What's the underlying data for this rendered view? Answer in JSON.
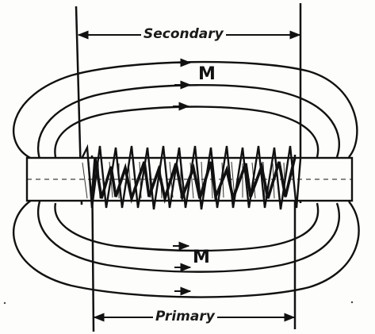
{
  "labels": {
    "top_dimension": "Secondary",
    "bottom_dimension": "Primary",
    "flux_top": "M",
    "flux_bottom": "M"
  },
  "colors": {
    "ink": "#111111",
    "paper": "#fdfdfb"
  }
}
